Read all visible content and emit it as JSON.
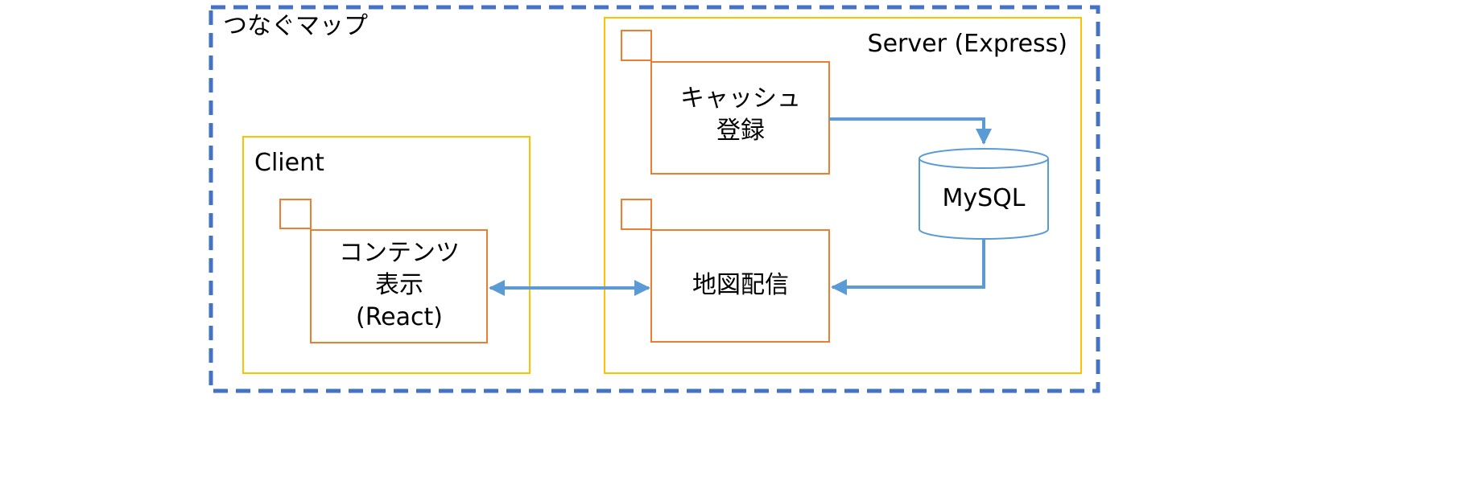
{
  "system": {
    "title": "つなぐマップ"
  },
  "client": {
    "title": "Client",
    "component": {
      "lines": [
        "コンテンツ",
        "表示",
        "(React)"
      ]
    }
  },
  "server": {
    "title": "Server (Express)",
    "cache_component": {
      "lines": [
        "キャッシュ",
        "登録"
      ]
    },
    "map_component": {
      "label": "地図配信"
    },
    "database": {
      "label": "MySQL"
    }
  },
  "colors": {
    "system_border": "#4472C4",
    "container_border": "#FFC000",
    "component_border": "#ED7D31",
    "connector": "#5B9BD5",
    "database_border": "#5B9BD5"
  }
}
